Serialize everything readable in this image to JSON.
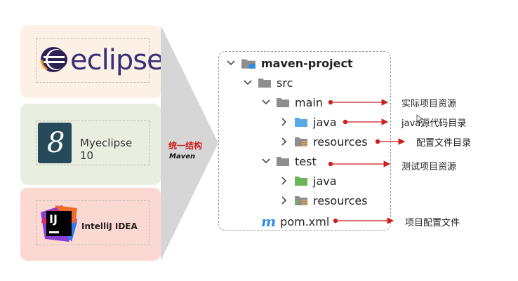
{
  "tools": [
    {
      "id": "eclipse",
      "name": "eclipse"
    },
    {
      "id": "myeclipse",
      "name": "Myeclipse 10",
      "logo_glyph": "8"
    },
    {
      "id": "idea",
      "name": "IntelliJ IDEA",
      "logo_glyph": "IJ"
    }
  ],
  "middle": {
    "title": "统一结构",
    "subtitle": "Maven"
  },
  "tree": {
    "root": "maven-project",
    "src": "src",
    "main": "main",
    "main_java": "java",
    "main_resources": "resources",
    "test": "test",
    "test_java": "java",
    "test_resources": "resources",
    "pom": "pom.xml",
    "pom_glyph": "m"
  },
  "annotations": {
    "main": "实际项目资源",
    "java": "java源代码目录",
    "resources": "配置文件目录",
    "test": "测试项目资源",
    "pom": "项目配置文件"
  },
  "colors": {
    "arrow": "#cc1f1f",
    "middle_title": "#cc1f1f",
    "folder_gray": "#8e8e8e",
    "folder_blue": "#5aa9e6",
    "folder_green": "#6db35b",
    "maven_blue": "#2b8de0",
    "chevron": "#4a4a4a"
  }
}
